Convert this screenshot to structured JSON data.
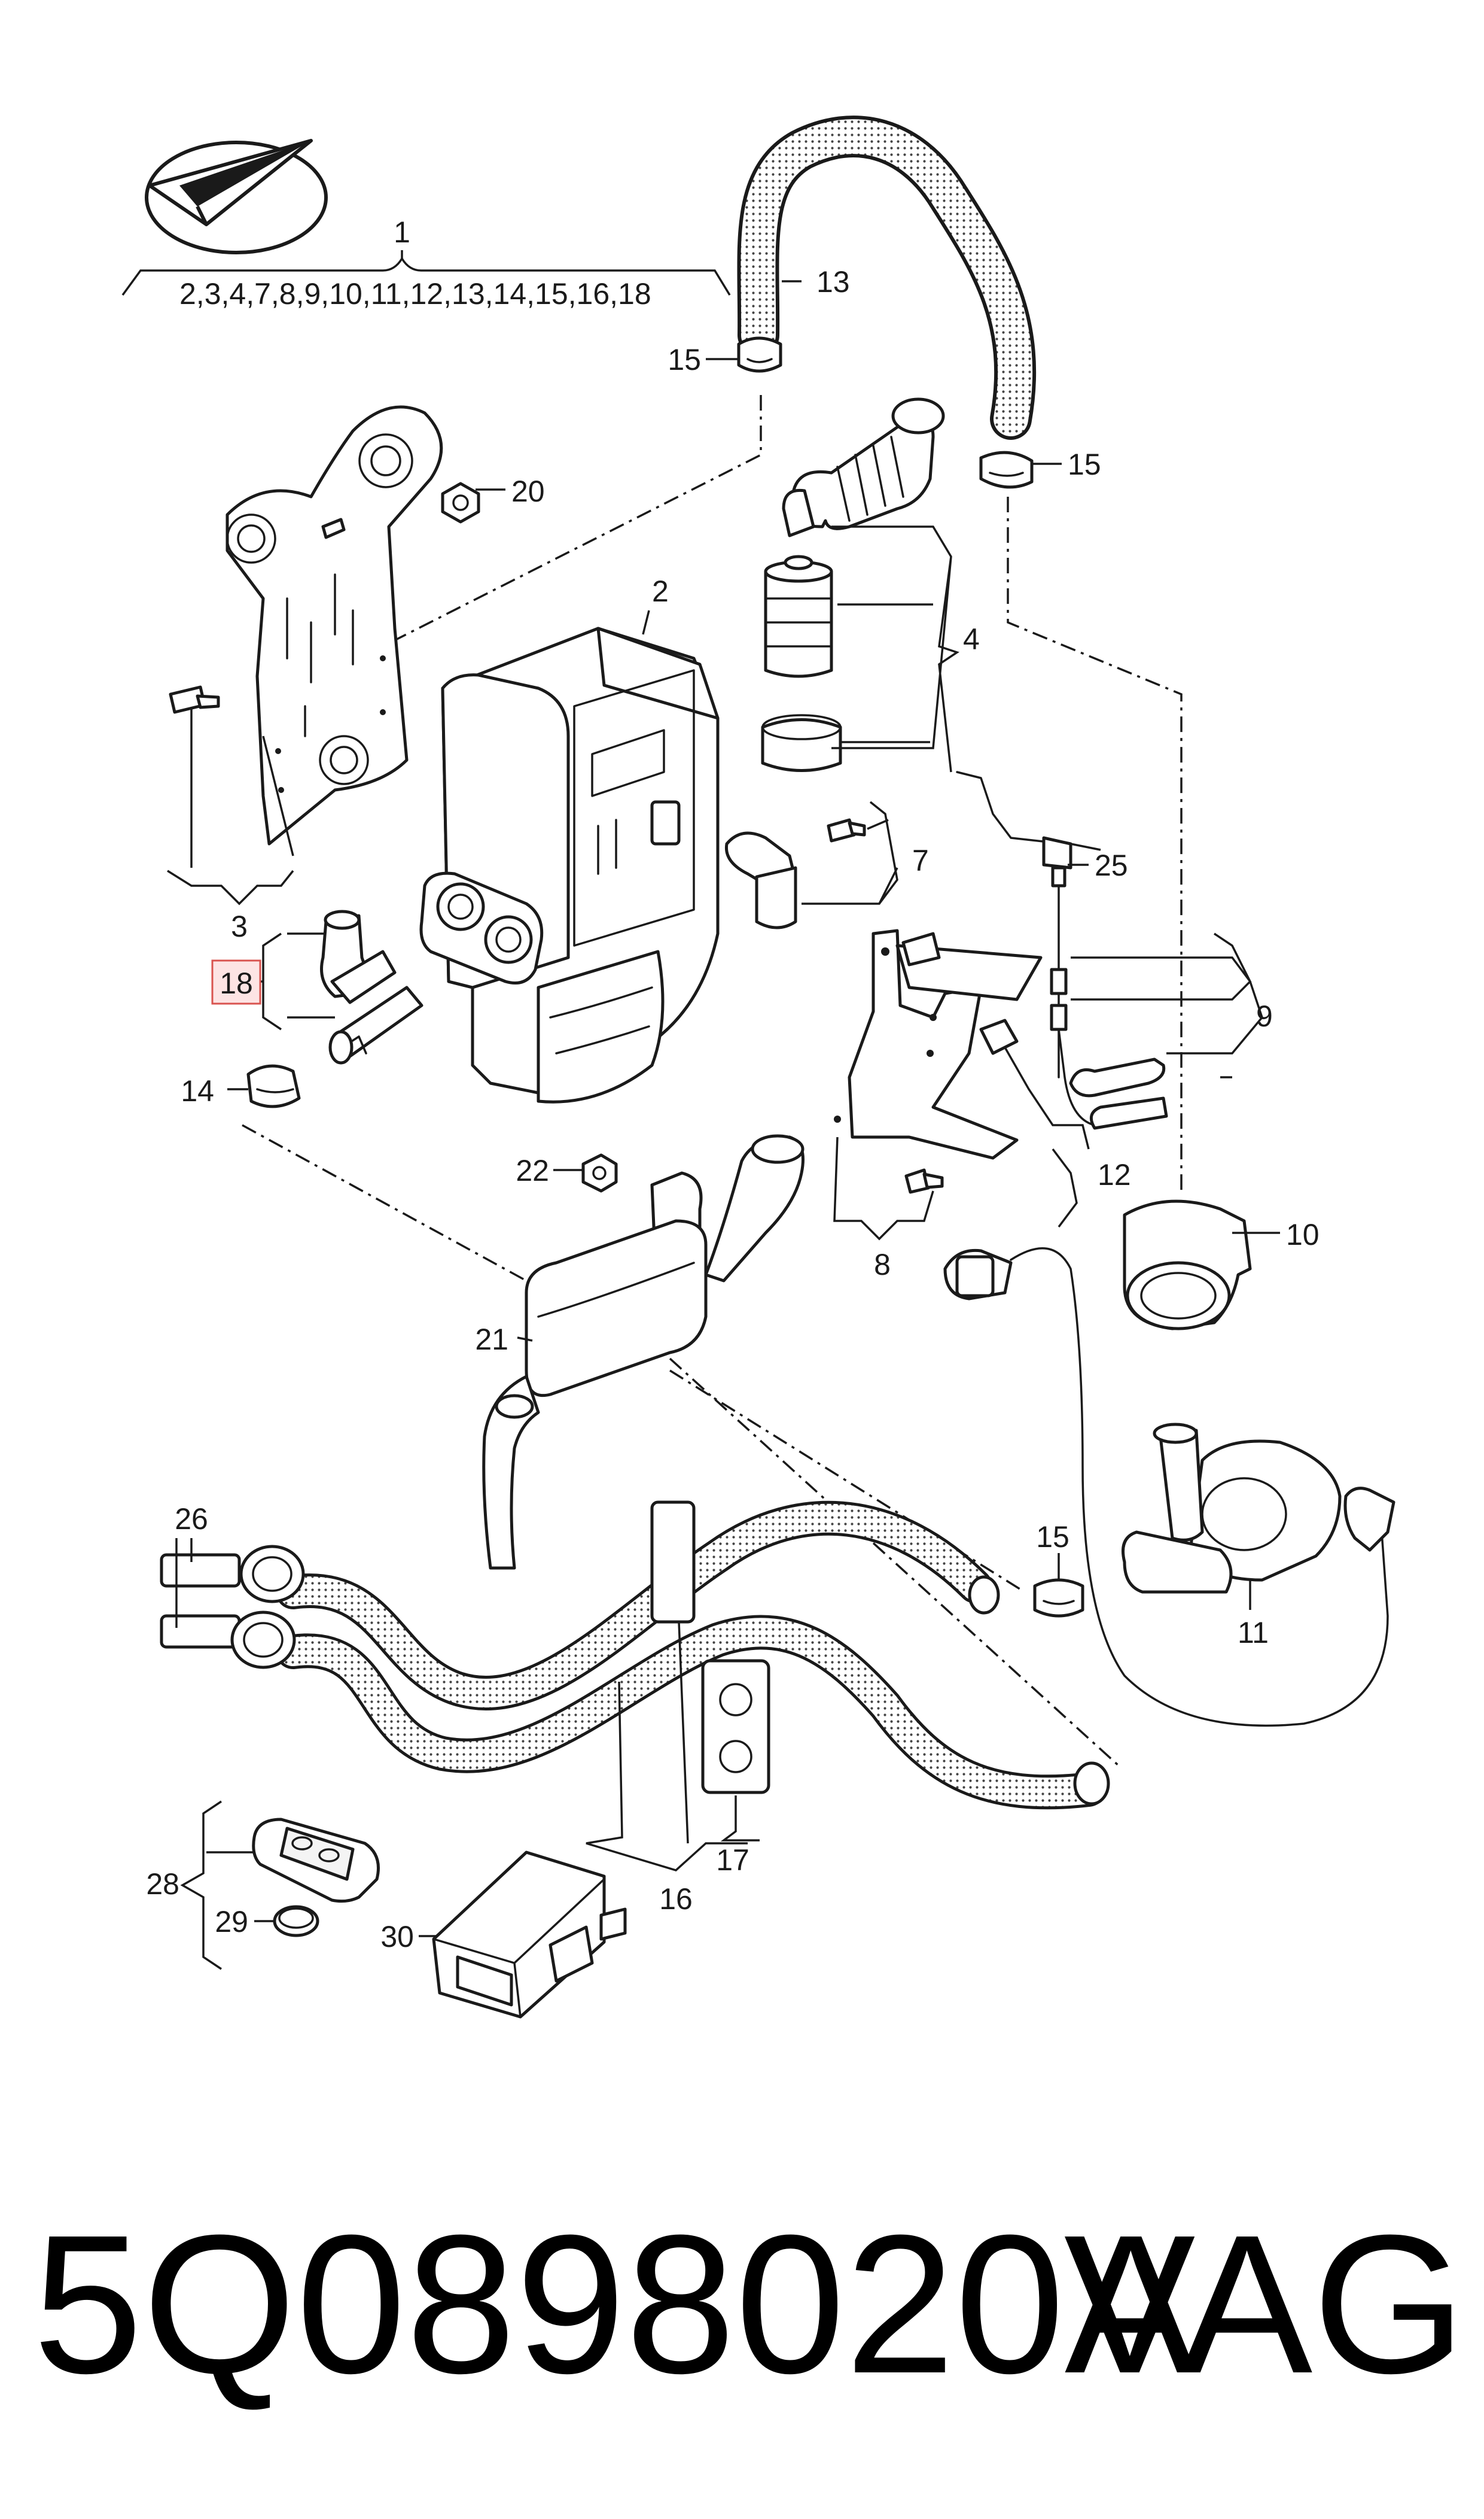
{
  "diagram": {
    "logo": "vw-arrow-logo",
    "colors": {
      "line": "#1a1a1a",
      "hose_fill": "#c9c9c9",
      "highlight_border": "#d9534f",
      "highlight_fill": "#fde4e4"
    },
    "group": {
      "number": "1",
      "members": "2,3,4,7,8,9,10,11,12,13,14,15,16,18"
    },
    "callouts": [
      {
        "id": "2",
        "text": "2"
      },
      {
        "id": "3",
        "text": "3"
      },
      {
        "id": "4",
        "text": "4"
      },
      {
        "id": "7",
        "text": "7"
      },
      {
        "id": "8",
        "text": "8"
      },
      {
        "id": "9",
        "text": "9"
      },
      {
        "id": "10",
        "text": "10"
      },
      {
        "id": "11",
        "text": "11"
      },
      {
        "id": "12",
        "text": "12"
      },
      {
        "id": "13",
        "text": "13"
      },
      {
        "id": "14",
        "text": "14"
      },
      {
        "id": "15a",
        "text": "15"
      },
      {
        "id": "15b",
        "text": "15"
      },
      {
        "id": "15c",
        "text": "15"
      },
      {
        "id": "16",
        "text": "16"
      },
      {
        "id": "17",
        "text": "17"
      },
      {
        "id": "18",
        "text": "18",
        "highlighted": true
      },
      {
        "id": "20",
        "text": "20"
      },
      {
        "id": "21",
        "text": "21"
      },
      {
        "id": "22",
        "text": "22"
      },
      {
        "id": "25",
        "text": "25"
      },
      {
        "id": "26",
        "text": "26"
      },
      {
        "id": "28",
        "text": "28"
      },
      {
        "id": "29",
        "text": "29"
      },
      {
        "id": "30",
        "text": "30"
      }
    ]
  },
  "footer": {
    "part_number": "5Q0898020A",
    "brand": "VAG"
  }
}
